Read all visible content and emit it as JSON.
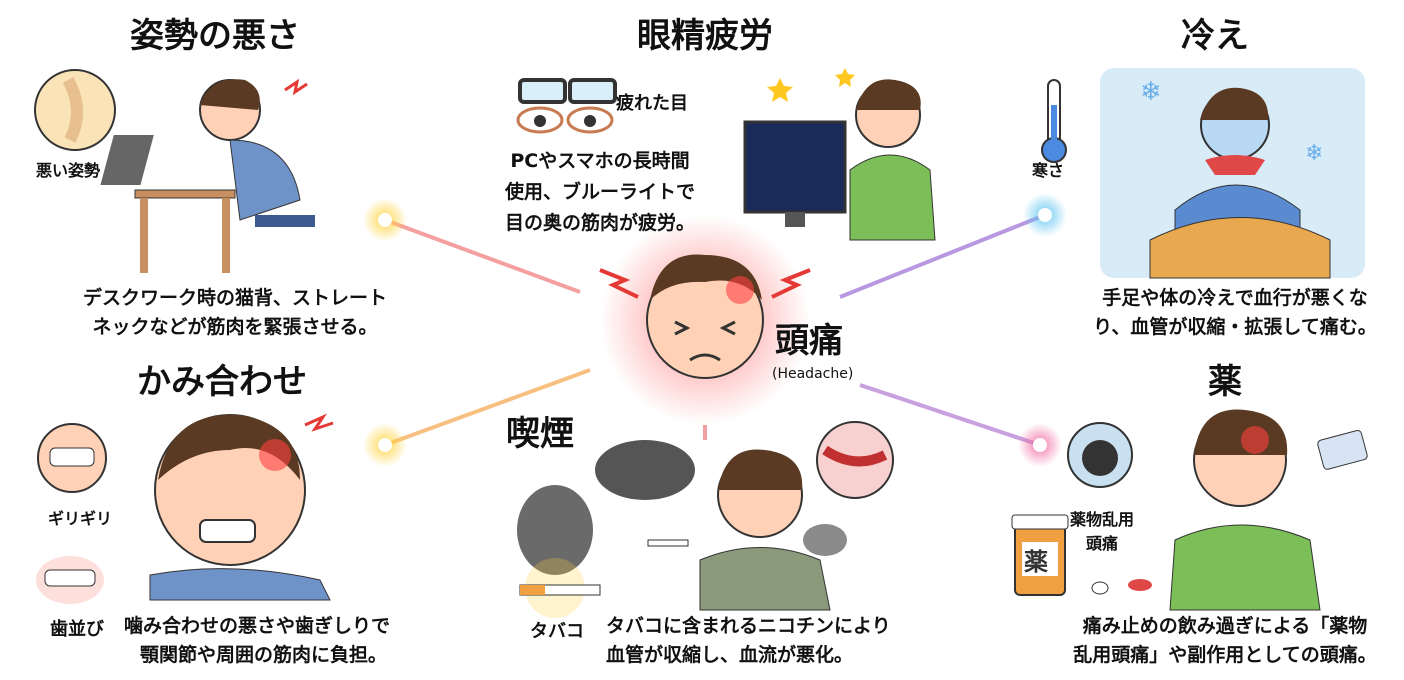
{
  "center": {
    "title": "頭痛",
    "subtitle": "(Headache)"
  },
  "sections": {
    "posture": {
      "title": "姿勢の悪さ",
      "label": "悪い姿勢",
      "desc": [
        "デスクワーク時の猫背、ストレート",
        "ネックなどが筋肉を緊張させる。"
      ]
    },
    "eyestrain": {
      "title": "眼精疲労",
      "label": "疲れた目",
      "desc": [
        "PCやスマホの長時間",
        "使用、ブルーライトで",
        "目の奥の筋肉が疲労。"
      ]
    },
    "cold": {
      "title": "冷え",
      "label": "寒さ",
      "desc": [
        "手足や体の冷えで血行が悪くな",
        "り、血管が収縮・拡張して痛む。"
      ]
    },
    "bite": {
      "title": "かみ合わせ",
      "label1": "ギリギリ",
      "label2": "歯並び",
      "desc": [
        "噛み合わせの悪さや歯ぎしりで",
        "顎関節や周囲の筋肉に負担。"
      ]
    },
    "smoking": {
      "title": "喫煙",
      "label": "タバコ",
      "desc": [
        "タバコに含まれるニコチンにより",
        "血管が収縮し、血流が悪化。"
      ]
    },
    "medicine": {
      "title": "薬",
      "label": [
        "薬物乱用",
        "頭痛"
      ],
      "bottle_label": "薬",
      "desc": [
        "痛み止めの飲み過ぎによる「薬物",
        "乱用頭痛」や副作用としての頭痛。"
      ]
    }
  },
  "colors": {
    "yellow": "#ffd23a",
    "blue": "#5cc4f0",
    "pink": "#f06aa0",
    "red": "#e53935"
  }
}
